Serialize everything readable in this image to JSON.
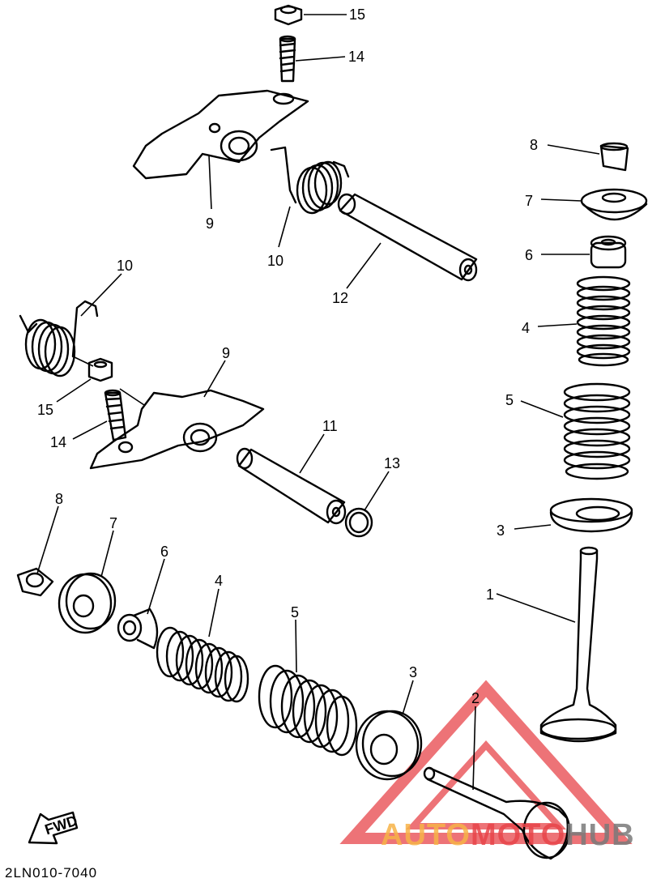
{
  "labels": [
    {
      "id": "l15a",
      "text": "15"
    },
    {
      "id": "l14a",
      "text": "14"
    },
    {
      "id": "l9a",
      "text": "9"
    },
    {
      "id": "l10a",
      "text": "10"
    },
    {
      "id": "l12",
      "text": "12"
    },
    {
      "id": "l8a",
      "text": "8"
    },
    {
      "id": "l7a",
      "text": "7"
    },
    {
      "id": "l6a",
      "text": "6"
    },
    {
      "id": "l4a",
      "text": "4"
    },
    {
      "id": "l5a",
      "text": "5"
    },
    {
      "id": "l3a",
      "text": "3"
    },
    {
      "id": "l1",
      "text": "1"
    },
    {
      "id": "l10b",
      "text": "10"
    },
    {
      "id": "l9b",
      "text": "9"
    },
    {
      "id": "l15b",
      "text": "15"
    },
    {
      "id": "l14b",
      "text": "14"
    },
    {
      "id": "l11",
      "text": "11"
    },
    {
      "id": "l13",
      "text": "13"
    },
    {
      "id": "l8b",
      "text": "8"
    },
    {
      "id": "l7b",
      "text": "7"
    },
    {
      "id": "l6b",
      "text": "6"
    },
    {
      "id": "l4b",
      "text": "4"
    },
    {
      "id": "l5b",
      "text": "5"
    },
    {
      "id": "l3b",
      "text": "3"
    },
    {
      "id": "l2",
      "text": "2"
    }
  ],
  "fwd_label": "FWD",
  "part_code": "2LN010-7040",
  "watermark": {
    "part1": "AUTO",
    "part2": "MOTO",
    "part3": "HUB",
    "colors": {
      "orange": "#f7b347",
      "red": "#e8454a",
      "dark": "#7a7a7a"
    }
  }
}
